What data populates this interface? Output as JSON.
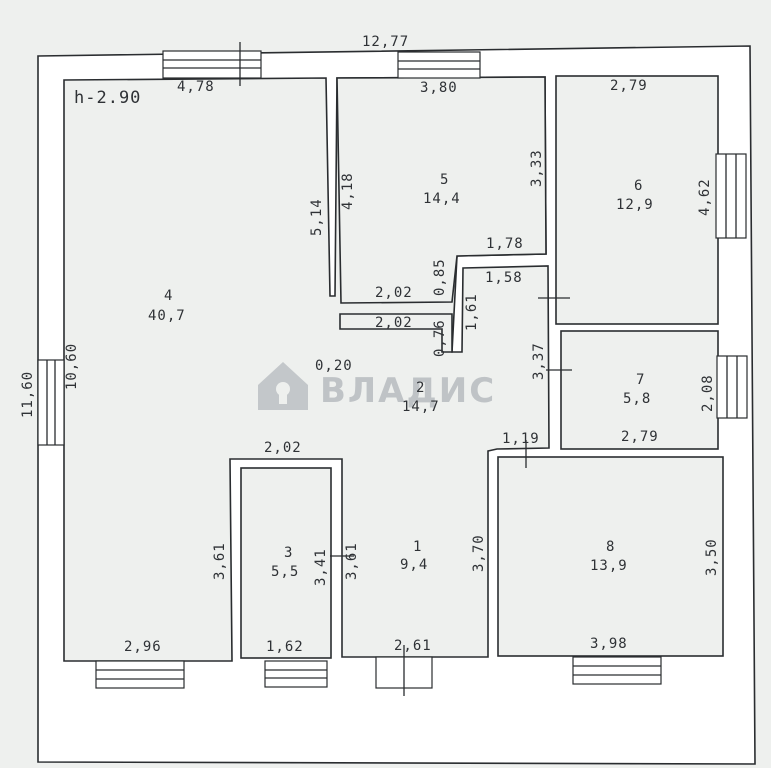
{
  "height_label": "h-2.90",
  "outer": {
    "width": "12,77",
    "height": "11,60"
  },
  "rooms": [
    {
      "number": "1",
      "area": "9,4"
    },
    {
      "number": "2",
      "area": "14,7"
    },
    {
      "number": "3",
      "area": "5,5"
    },
    {
      "number": "4",
      "area": "40,7"
    },
    {
      "number": "5",
      "area": "14,4"
    },
    {
      "number": "6",
      "area": "12,9"
    },
    {
      "number": "7",
      "area": "5,8"
    },
    {
      "number": "8",
      "area": "13,9"
    }
  ],
  "dims": {
    "r4_top": "4,78",
    "r4_left": "10,60",
    "r4_right": "5,14",
    "r4_bottom": "2,96",
    "r4_lower": "3,61",
    "r5_top": "3,80",
    "r5_left": "4,18",
    "r5_right": "3,33",
    "r5_bottom": "2,02",
    "corr_top": "2,02",
    "corr_gap": "0,20",
    "corr_085": "0,85",
    "corr_076": "0,76",
    "corr_178": "1,78",
    "corr_158": "1,58",
    "corr_161": "1,61",
    "corr_337": "3,37",
    "corr_119": "1,19",
    "r6_top": "2,79",
    "r6_right": "4,62",
    "r7_right": "2,08",
    "r7_bottom": "2,79",
    "r3_top": "2,02",
    "r3_left": "3,41",
    "r3_right": "3,61",
    "r3_bottom": "1,62",
    "r1_right": "3,70",
    "r1_bottom": "2,61",
    "r8_right": "3,50",
    "r8_bottom": "3,98"
  },
  "watermark": "ВЛАДИС"
}
